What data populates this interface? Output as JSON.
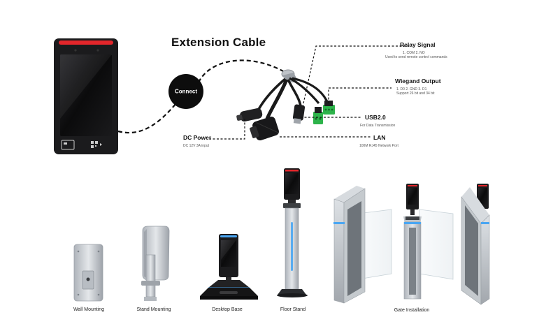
{
  "diagram": {
    "title": "Extension Cable",
    "connect": "Connect",
    "ports": [
      {
        "id": "relay",
        "label": "Relay Signal",
        "detail": "1. COM   2. NO",
        "note": "Used to send remote control commands"
      },
      {
        "id": "wiegand",
        "label": "Wiegand Output",
        "detail": "1. D0   2. GND   3. D1",
        "note": "Support 26 bit and 34 bit"
      },
      {
        "id": "usb",
        "label": "USB2.0",
        "note": "For Data Transmission"
      },
      {
        "id": "lan",
        "label": "LAN",
        "note": "100M RJ45 Network Port"
      },
      {
        "id": "dc",
        "label": "DC Power",
        "note": "DC 12V 3A input"
      }
    ]
  },
  "installations": [
    {
      "id": "wall",
      "caption": "Wall Mounting"
    },
    {
      "id": "stand",
      "caption": "Stand Mounting"
    },
    {
      "id": "desktop",
      "caption": "Desktop Base"
    },
    {
      "id": "floor",
      "caption": "Floor Stand"
    },
    {
      "id": "gate",
      "caption": "Gate Installation"
    }
  ],
  "colors": {
    "accent_red": "#e3262b",
    "device_body": "#1b1b1d",
    "screen": "#0b0b0c",
    "metal": "#c9ccd1",
    "blue_glow": "#4aa6f2",
    "connector_green": "#2db34a"
  }
}
